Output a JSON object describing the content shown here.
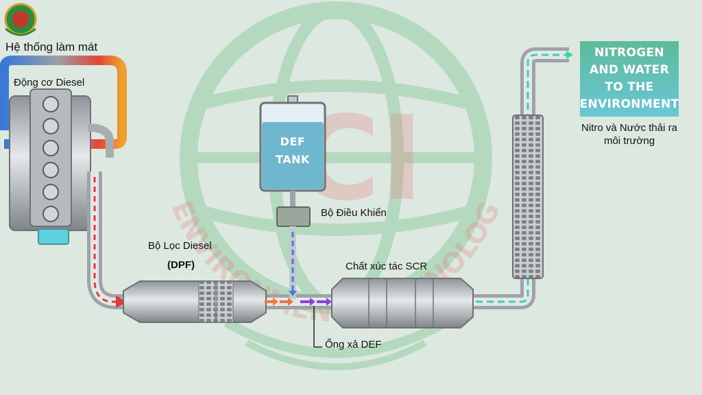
{
  "labels": {
    "cooling_system": "Hệ thống làm mát",
    "engine": "Động cơ Diesel",
    "dpf_line1": "Bộ Lọc Diesel",
    "dpf_line2": "(DPF)",
    "controller": "Bộ Điều Khiển",
    "scr": "Chất xúc tác SCR",
    "def_pipe": "Ống xả DEF",
    "output": "Nitro và Nước thải ra môi trường"
  },
  "tank": {
    "line1": "DEF",
    "line2": "TANK"
  },
  "output_box": {
    "lines": [
      "NITROGEN",
      "AND WATER",
      "TO THE",
      "ENVIRONMENT"
    ]
  },
  "watermark": {
    "text": "ENVIRONMENT TECHNOLOGY",
    "initials": "CI"
  },
  "colors": {
    "background": "#dde8e1",
    "pipe": "#c5c9cc",
    "hot_flow": "#e23b3b",
    "def_flow": "#3b7fd6",
    "mixed_flow": "#8a3fd6",
    "clean_flow": "#36d4b0",
    "tank_liquid": "#6fb6cf",
    "output_box": "#66c3cf"
  }
}
